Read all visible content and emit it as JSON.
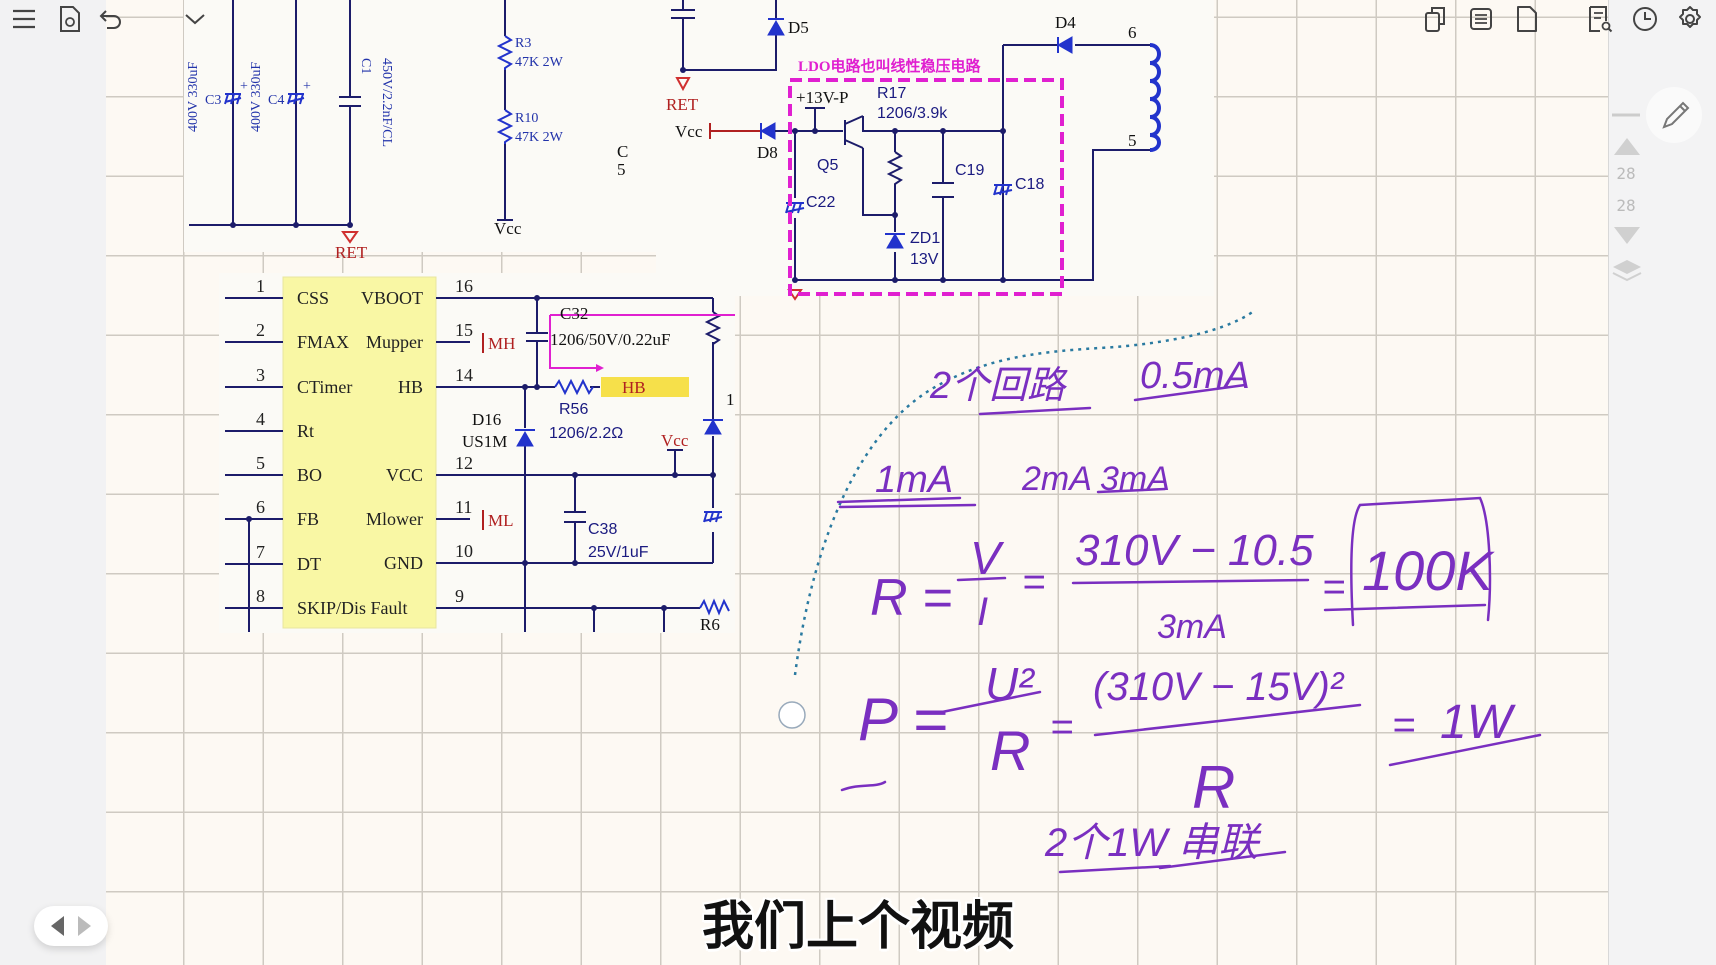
{
  "toolbar": {
    "left_icons": [
      "menu-icon",
      "document-icon",
      "undo-icon",
      "chevron-down-icon"
    ],
    "right_icons": [
      "copy-pages-icon",
      "list-icon",
      "page-icon",
      "document-search-icon",
      "clock-icon",
      "settings-icon"
    ]
  },
  "sidebar": {
    "current_page": "28",
    "total_pages": "28",
    "tools": [
      "pencil-icon",
      "page-up-icon",
      "page-down-icon",
      "layers-icon"
    ]
  },
  "schematic_top_left": {
    "c3": "C3",
    "c3_value": "400V 330uF",
    "c4": "C4",
    "c4_value": "400V 330uF",
    "c1": "C1",
    "c1_value": "450V/2.2nF/CL",
    "ret": "RET",
    "r3": "R3",
    "r3_value": "47K 2W",
    "r10": "R10",
    "r10_value": "47K 2W",
    "vcc": "Vcc",
    "cut_c": "C",
    "cut_5": "5"
  },
  "schematic_ldo": {
    "title": "LDO电路也叫线性稳压电路",
    "d5": "D5",
    "ret": "RET",
    "vcc": "Vcc",
    "d8": "D8",
    "rail": "+13V-P",
    "q5": "Q5",
    "r17": "R17",
    "r17_value": "1206/3.9k",
    "c22": "C22",
    "c19": "C19",
    "c18": "C18",
    "zd1": "ZD1",
    "zd1_value": "13V",
    "d4": "D4",
    "pin6": "6",
    "pin5": "5"
  },
  "schematic_ic": {
    "left_pins": [
      {
        "num": "1",
        "name": "CSS"
      },
      {
        "num": "2",
        "name": "FMAX"
      },
      {
        "num": "3",
        "name": "CTimer"
      },
      {
        "num": "4",
        "name": "Rt"
      },
      {
        "num": "5",
        "name": "BO"
      },
      {
        "num": "6",
        "name": "FB"
      },
      {
        "num": "7",
        "name": "DT"
      },
      {
        "num": "8",
        "name": "SKIP/Dis Fault"
      }
    ],
    "right_pins": [
      {
        "num": "16",
        "name": "VBOOT"
      },
      {
        "num": "15",
        "name": "Mupper"
      },
      {
        "num": "14",
        "name": "HB"
      },
      {
        "num": "12",
        "name": "VCC"
      },
      {
        "num": "11",
        "name": "Mlower"
      },
      {
        "num": "10",
        "name": "GND"
      },
      {
        "num": "9",
        "name": ""
      }
    ],
    "mh": "MH",
    "ml": "ML",
    "c32": "C32",
    "c32_value": "1206/50V/0.22uF",
    "r56": "R56",
    "r56_value": "1206/2.2Ω",
    "hb_net": "HB",
    "d16": "D16",
    "d16_value": "US1M",
    "vcc": "Vcc",
    "c38": "C38",
    "c38_value": "25V/1uF",
    "r_cut": "R6",
    "cut_1": "1"
  },
  "handwriting": {
    "note1": "2个回路",
    "note2": "0.5mA",
    "note3": "1mA",
    "note4": "2mA",
    "note5": "3mA",
    "r_lhs": "R =",
    "r_frac_num": "V",
    "r_frac_den": "I",
    "eq": "=",
    "r_num": "310V − 10.5",
    "r_den": "3mA",
    "r_result": "100K",
    "p_lhs": "P =",
    "p_frac_num": "U²",
    "p_frac_den": "R",
    "p_num": "(310V − 15V)²",
    "p_den": "R",
    "p_result": "1W",
    "note6": "2个1W 串联"
  },
  "subtitle": "我们上个视频",
  "colors": {
    "ink": "#7a2fc0",
    "wire": "#1c1c6a",
    "component": "#2233cc",
    "highlight": "#e020d0",
    "ic_fill": "#f9f7a4",
    "net_label": "#b02020"
  }
}
